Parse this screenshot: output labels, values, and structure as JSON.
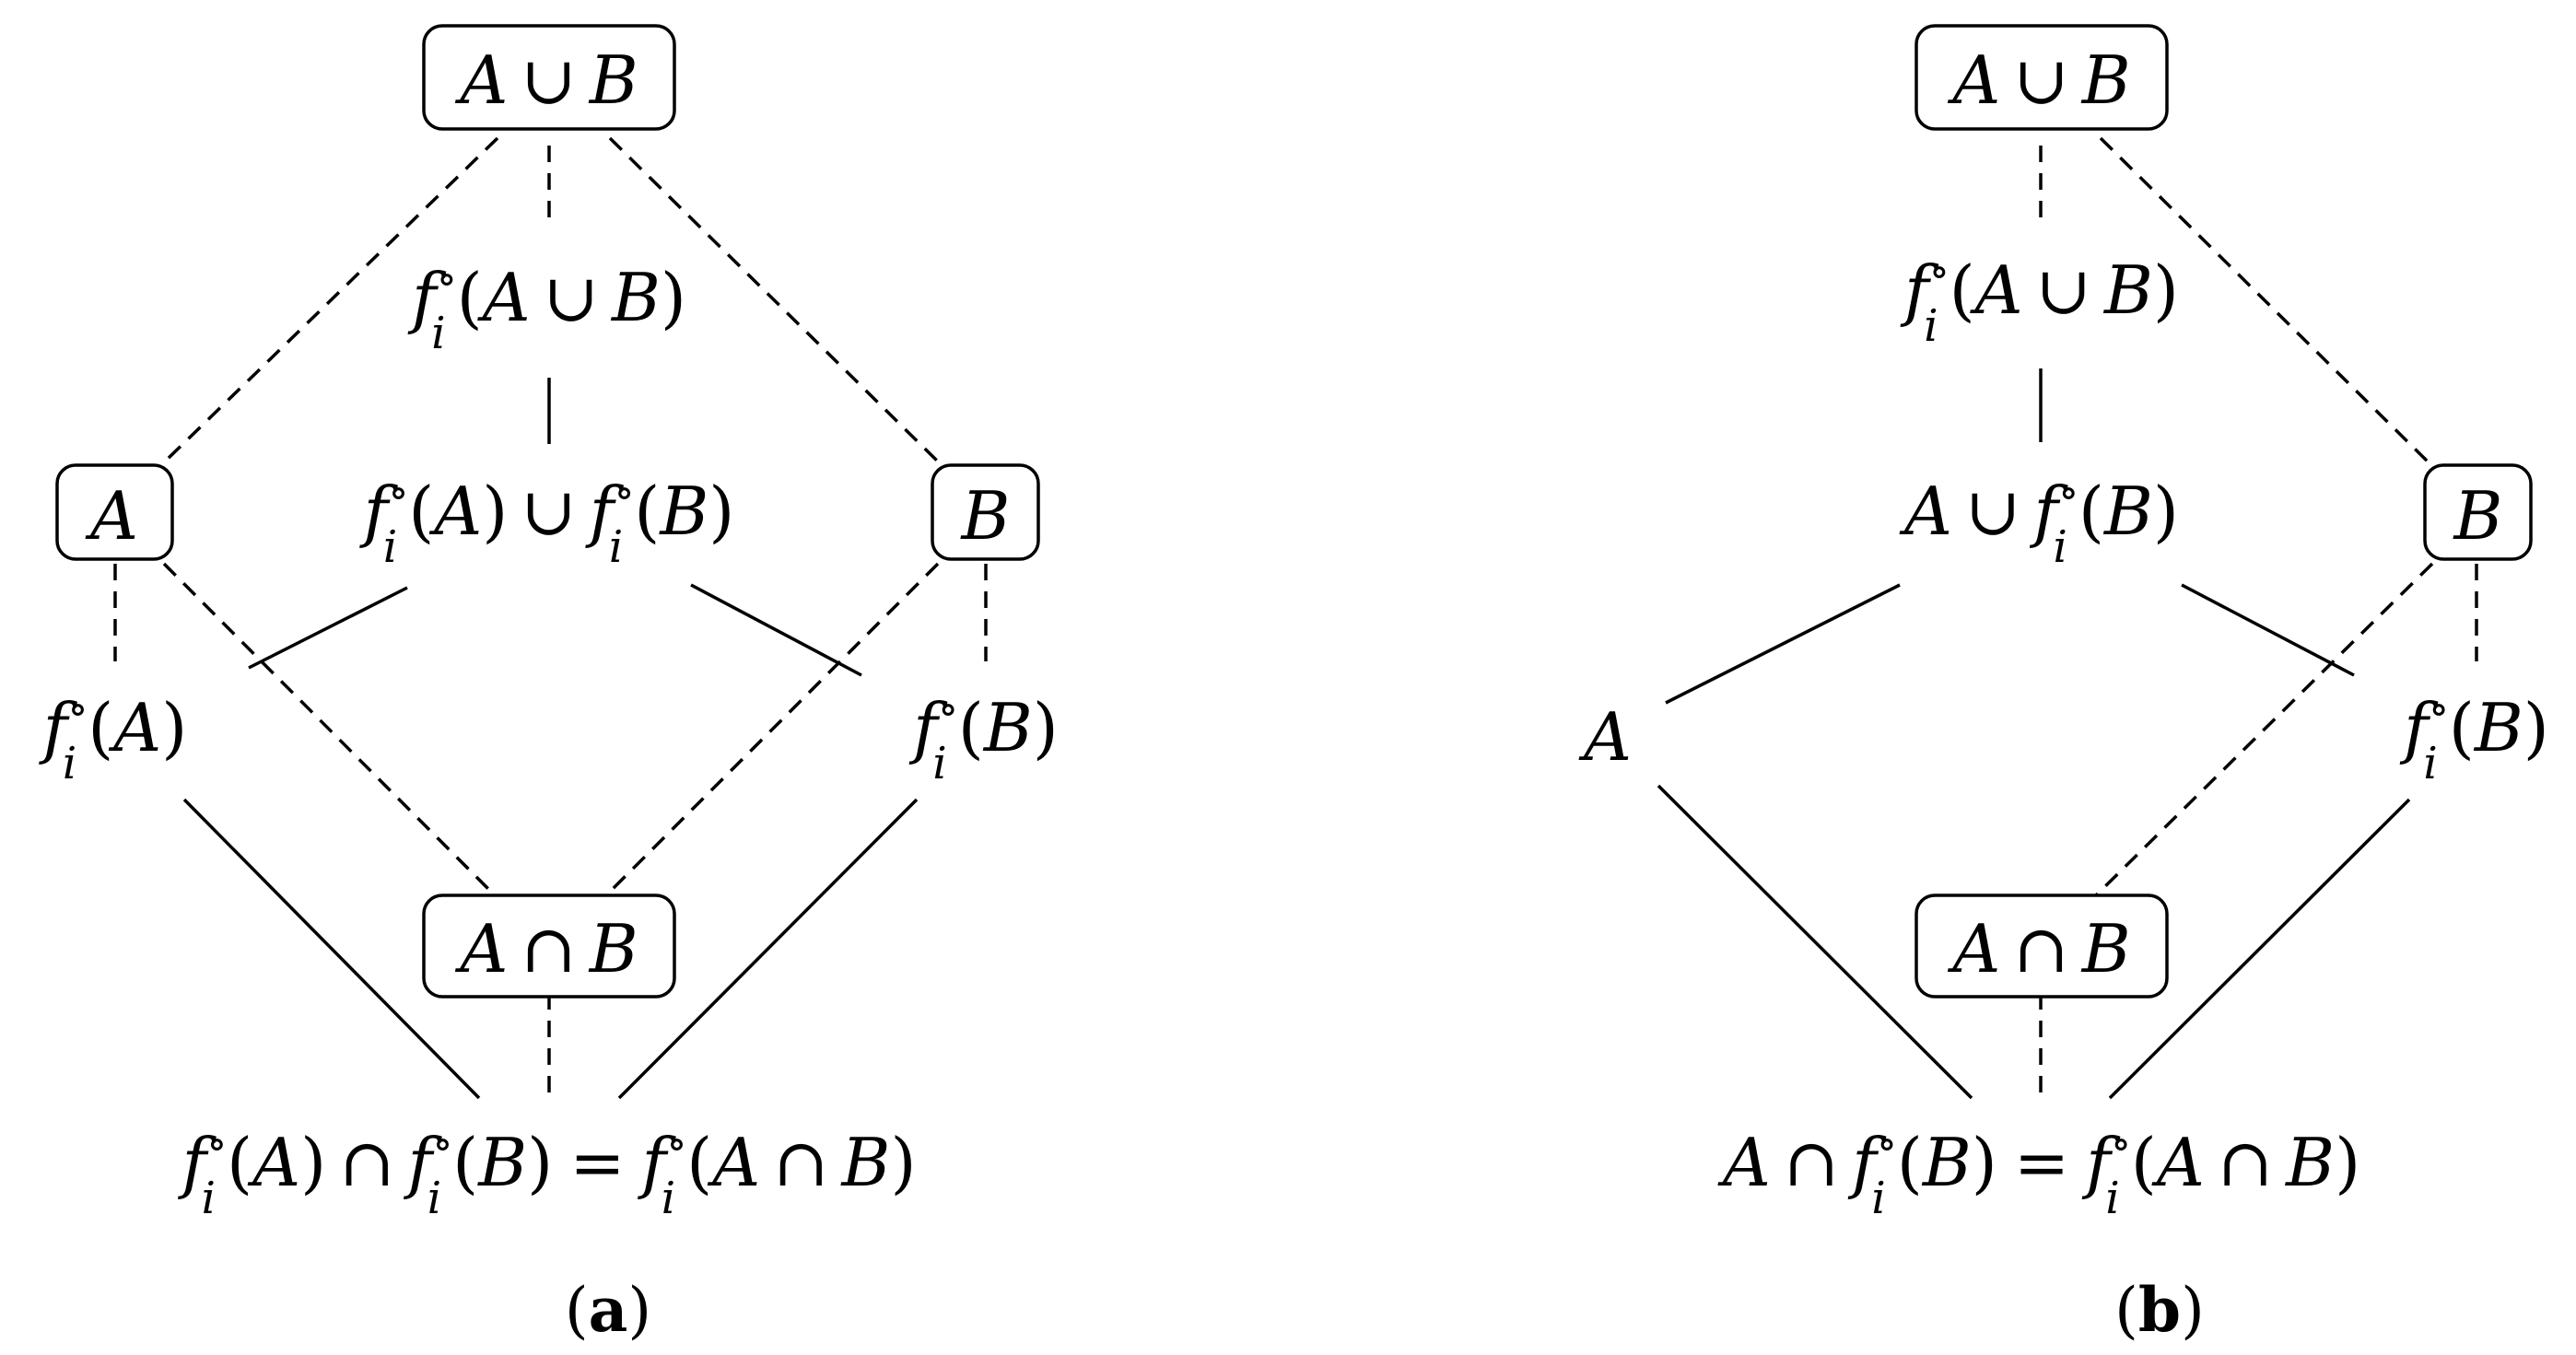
{
  "symbols": {
    "union": "∪",
    "intersection": "∩",
    "equals": "=",
    "circ": "∘",
    "f": "f",
    "i": "i",
    "lparen": "(",
    "rparen": ")",
    "A": "A",
    "B": "B"
  },
  "panels": {
    "a": {
      "caption_open": "(",
      "caption_letter": "a",
      "caption_close": ")"
    },
    "b": {
      "caption_open": "(",
      "caption_letter": "b",
      "caption_close": ")"
    }
  }
}
